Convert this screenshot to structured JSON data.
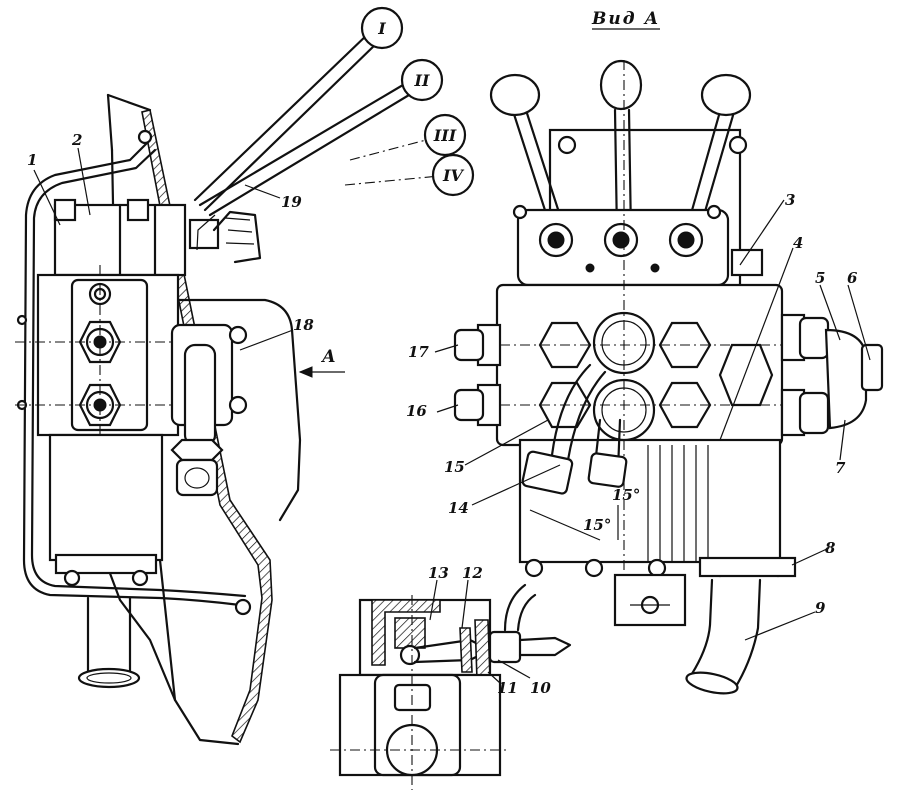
{
  "view_title": "Вид А",
  "view_arrow_label": "А",
  "lever_positions": [
    "I",
    "II",
    "III",
    "IV"
  ],
  "part_labels": {
    "p1": "1",
    "p2": "2",
    "p3": "3",
    "p4": "4",
    "p5": "5",
    "p6": "6",
    "p7": "7",
    "p8": "8",
    "p9": "9",
    "p10": "10",
    "p11": "11",
    "p12": "12",
    "p13": "13",
    "p14": "14",
    "p15": "15",
    "p16": "16",
    "p17": "17",
    "p18": "18",
    "p19": "19"
  },
  "angle_labels": [
    "15°",
    "15°"
  ]
}
